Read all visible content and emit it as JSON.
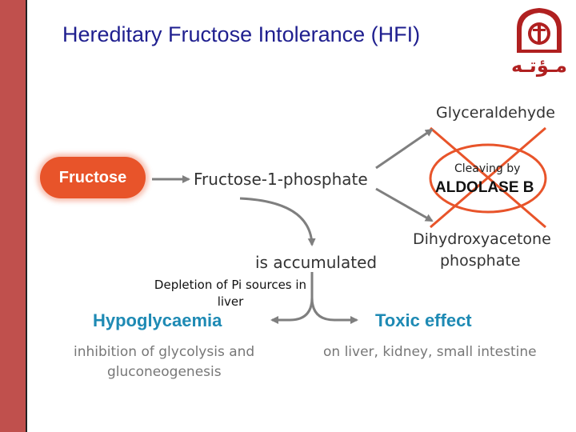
{
  "slide": {
    "title": "Hereditary Fructose Intolerance (HFI)"
  },
  "logo": {
    "text": "مـؤتـه",
    "icon": "university-seal-icon"
  },
  "diagram": {
    "substrate": "Fructose",
    "intermediate": "Fructose-1-phosphate",
    "product_top": "Glyceraldehyde",
    "enzyme_line1": "Cleaving by",
    "enzyme_line2": "ALDOLASE B",
    "product_bottom_line1": "Dihydroxyacetone",
    "product_bottom_line2": "phosphate",
    "accumulation": "is accumulated",
    "depletion_note": "Depletion of Pi sources in liver",
    "outcome_left": "Hypoglycaemia",
    "outcome_left_detail_line1": "inhibition of glycolysis and",
    "outcome_left_detail_line2": "gluconeogenesis",
    "outcome_right": "Toxic effect",
    "outcome_right_detail": "on liver, kidney, small intestine"
  },
  "colors": {
    "accent_bar": "#c0504d",
    "title": "#1f1f8f",
    "substrate_pill": "#e8542a",
    "enzyme_block": "#e8542a",
    "outcome": "#1e8ab4",
    "arrow": "#7f7f7f"
  }
}
